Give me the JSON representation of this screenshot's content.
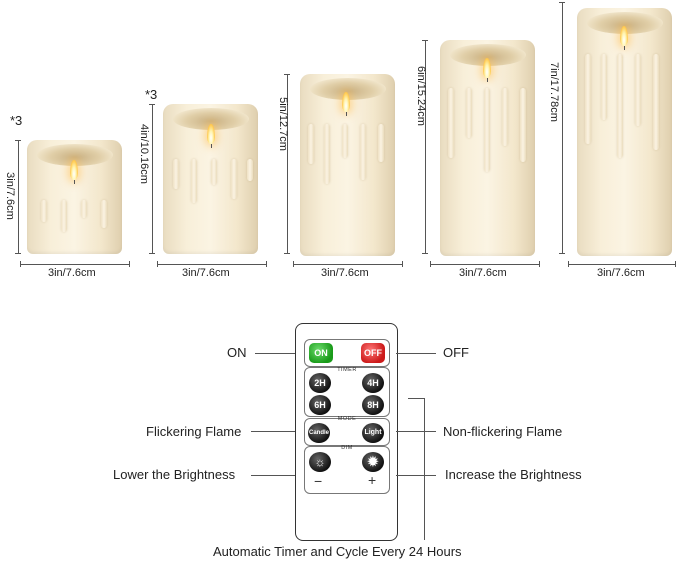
{
  "candles": [
    {
      "height_label": "3in/7.6cm",
      "width_label": "3in/7.6cm",
      "quantity": "*3"
    },
    {
      "height_label": "4in/10.16cm",
      "width_label": "3in/7.6cm",
      "quantity": "*3"
    },
    {
      "height_label": "5in/12.7cm",
      "width_label": "3in/7.6cm"
    },
    {
      "height_label": "6in/15.24cm",
      "width_label": "3in/7.6cm"
    },
    {
      "height_label": "7in/17.78cm",
      "width_label": "3in/7.6cm"
    }
  ],
  "remote": {
    "on": "ON",
    "off": "OFF",
    "timer_title": "TIMER",
    "timer_buttons": [
      "2H",
      "4H",
      "6H",
      "8H"
    ],
    "mode_title": "MODE",
    "candle_btn": "Candle",
    "light_btn": "Light",
    "dim_title": "DIM",
    "minus": "−",
    "plus": "+"
  },
  "labels": {
    "on": "ON",
    "off": "OFF",
    "flickering": "Flickering Flame",
    "non_flickering": "Non-flickering Flame",
    "lower": "Lower the Brightness",
    "increase": "Increase the Brightness",
    "timer": "Automatic Timer and Cycle Every 24 Hours"
  }
}
